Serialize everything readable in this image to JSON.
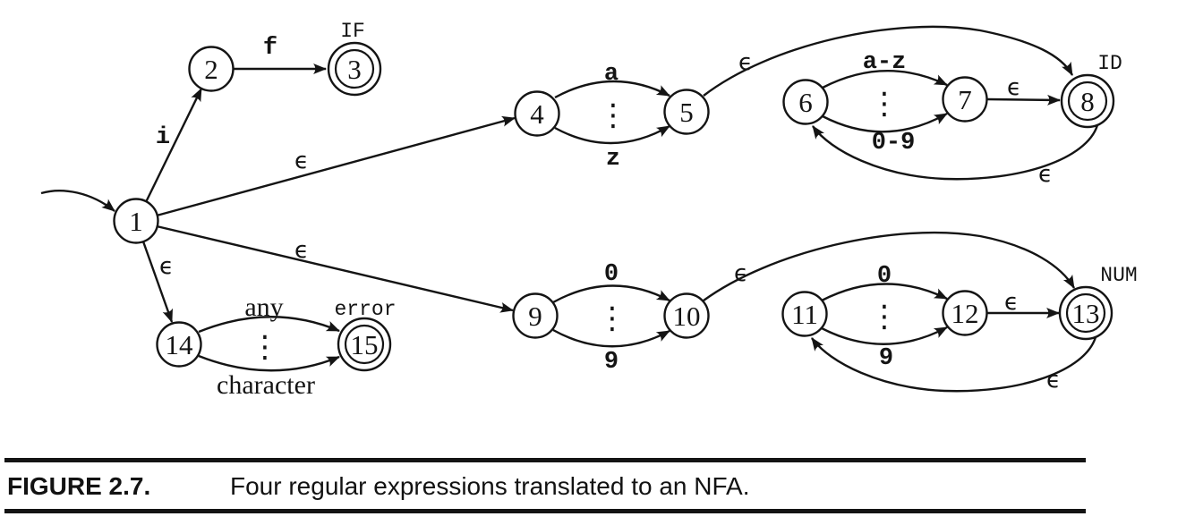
{
  "figure": {
    "label": "FIGURE 2.7.",
    "caption": "Four regular expressions translated to an NFA."
  },
  "diagram": {
    "ellipsis": "⋮",
    "states": {
      "s1": "1",
      "s2": "2",
      "s3": "3",
      "s4": "4",
      "s5": "5",
      "s6": "6",
      "s7": "7",
      "s8": "8",
      "s9": "9",
      "s10": "10",
      "s11": "11",
      "s12": "12",
      "s13": "13",
      "s14": "14",
      "s15": "15"
    },
    "accept_labels": {
      "s3": "IF",
      "s8": "ID",
      "s13": "NUM",
      "s15": "error"
    },
    "edges": {
      "e1_2": "i",
      "e2_3": "f",
      "e1_4": "ϵ",
      "e4_5_top": "a",
      "e4_5_bottom": "z",
      "e5_8": "ϵ",
      "e6_7_top": "a-z",
      "e6_7_bottom": "0-9",
      "e7_8": "ϵ",
      "e8_6": "ϵ",
      "e1_9": "ϵ",
      "e9_10_top": "0",
      "e9_10_bottom": "9",
      "e10_13": "ϵ",
      "e11_12_top": "0",
      "e11_12_bottom": "9",
      "e12_13": "ϵ",
      "e13_11": "ϵ",
      "e1_14": "ϵ",
      "e14_15_top": "any",
      "e14_15_bottom": "character"
    },
    "ink_color": "#141414"
  }
}
